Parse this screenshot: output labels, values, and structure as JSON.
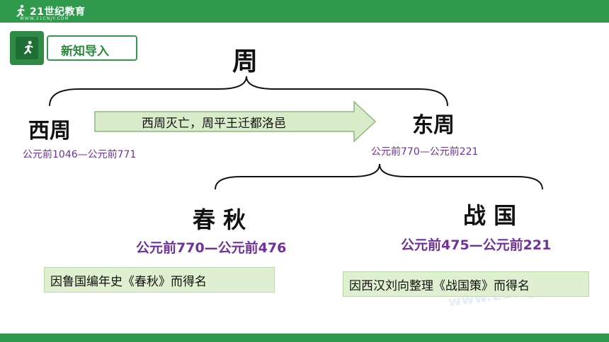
{
  "header": {
    "logo_text": "21世纪教育",
    "logo_sub": "WWW.21CNJY.COM"
  },
  "section": {
    "label": "新知导入"
  },
  "root": {
    "title": "周"
  },
  "western": {
    "title": "西周",
    "date": "公元前1046—公元前771"
  },
  "arrow": {
    "text": "西周灭亡，周平王迁都洛邑"
  },
  "eastern": {
    "title": "东周",
    "date": "公元前770—公元前221"
  },
  "spring_autumn": {
    "title": "春 秋",
    "date": "公元前770—公元前476",
    "note": "因鲁国编年史《春秋》而得名"
  },
  "warring_states": {
    "title": "战 国",
    "date": "公元前475—公元前221",
    "note": "因西汉刘向整理《战国策》而得名"
  },
  "watermark": {
    "text": "www.21cnjy.com"
  },
  "colors": {
    "green": "#2f9a4c",
    "purple": "#7030a0",
    "note_bg": "#dff0d0"
  }
}
